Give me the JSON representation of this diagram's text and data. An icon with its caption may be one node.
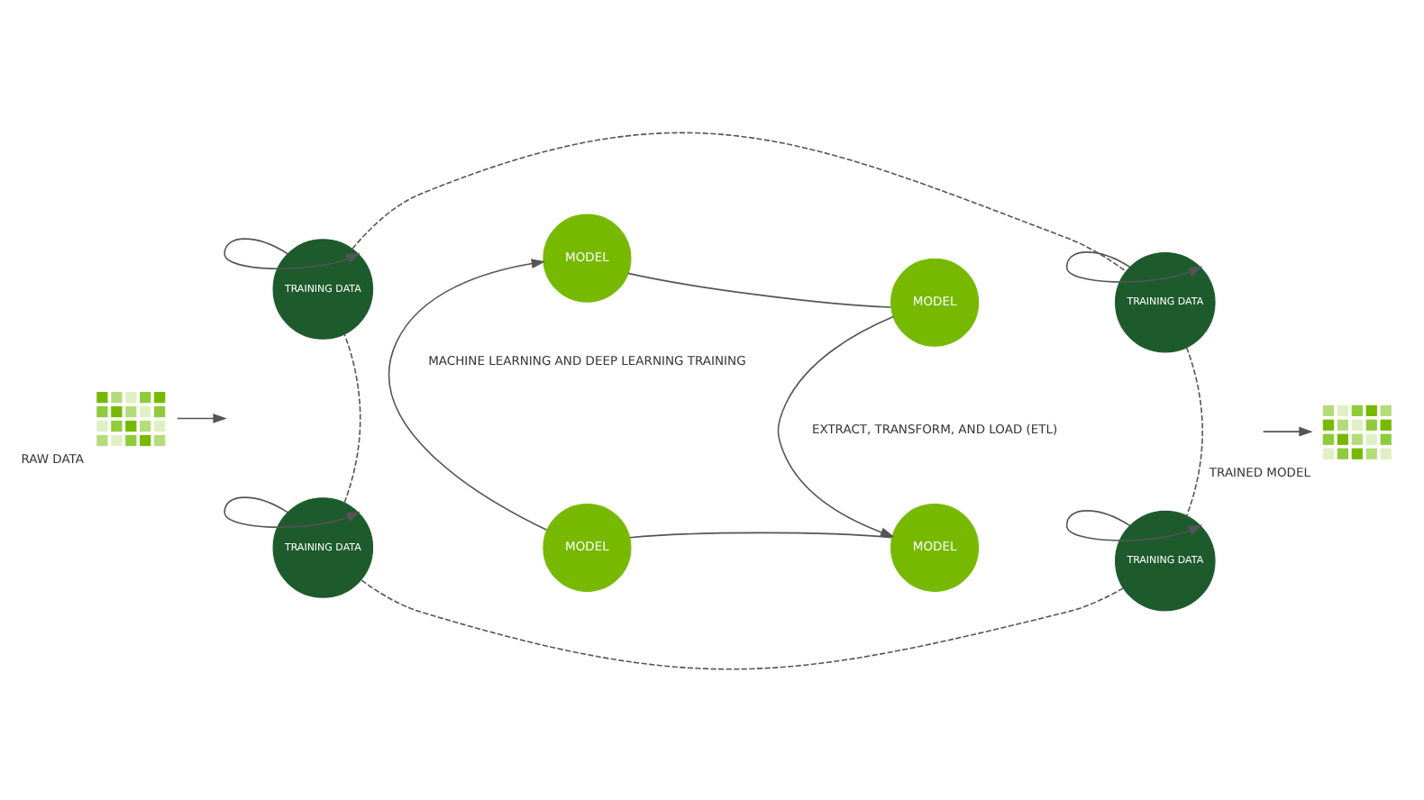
{
  "diagram": {
    "nodes": [
      {
        "text": [],
        "shape": "picture",
        "beside": [
          "RAW DATA"
        ]
      },
      {
        "text": [
          "TRAINING DATA"
        ]
      },
      {
        "text": [
          "TRAINING DATA"
        ]
      },
      {
        "text": [
          "MODEL"
        ]
      },
      {
        "text": [
          "MODEL"
        ]
      },
      {
        "text": [
          "MODEL"
        ]
      },
      {
        "text": [
          "MODEL"
        ]
      },
      {
        "text": [
          "TRAINING DATA"
        ]
      },
      {
        "text": [
          "TRAINING DATA"
        ]
      },
      {
        "text": [],
        "shape": "picture",
        "beside": [
          "TRAINED MODEL"
        ]
      }
    ],
    "edges": [
      {
        "from": 0,
        "to": null,
        "arrow": "to"
      },
      {
        "from": null,
        "to": 9,
        "arrow": "to"
      },
      {
        "from": 1,
        "to": 2,
        "arrow": "none",
        "style": "dashed"
      },
      {
        "from": 2,
        "to": 8,
        "arrow": "none",
        "style": "dashed"
      },
      {
        "from": 8,
        "to": 7,
        "arrow": "none",
        "style": "dashed"
      },
      {
        "from": 7,
        "to": 1,
        "arrow": "none",
        "style": "dashed"
      },
      {
        "from": 1,
        "to": 1,
        "arrow": "to"
      },
      {
        "from": 2,
        "to": 2,
        "arrow": "to"
      },
      {
        "from": 7,
        "to": 7,
        "arrow": "to"
      },
      {
        "from": 8,
        "to": 8,
        "arrow": "to"
      },
      {
        "from": 3,
        "to": 4,
        "arrow": "none"
      },
      {
        "from": 4,
        "to": 6,
        "arrow": "to"
      },
      {
        "from": 6,
        "to": 5,
        "arrow": "none"
      },
      {
        "from": 5,
        "to": 3,
        "arrow": "to"
      }
    ],
    "labels": [
      "EXTRACT, TRANSFORM, AND LOAD (ETL)",
      "MACHINE LEARNING AND DEEP LEARNING TRAINING"
    ]
  }
}
